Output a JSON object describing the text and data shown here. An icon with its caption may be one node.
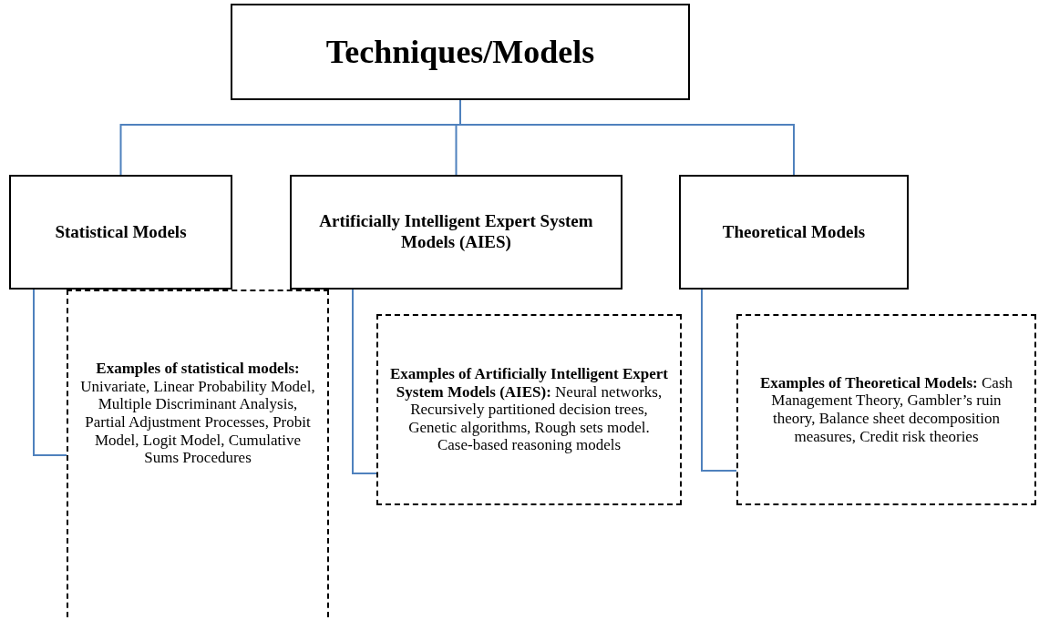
{
  "diagram": {
    "nodes": [
      {
        "text": [
          "Techniques/Models"
        ]
      },
      {
        "text": [
          "Statistical Models"
        ]
      },
      {
        "text": [
          "Artificially Intelligent Expert System Models (AIES)"
        ]
      },
      {
        "text": [
          "Theoretical Models"
        ]
      },
      {
        "text": [
          "**Examples of statistical models:** Univariate, Linear Probability Model, Multiple Discriminant Analysis, Partial Adjustment Processes, Probit Model, Logit Model, Cumulative Sums Procedures"
        ]
      },
      {
        "text": [
          "**Examples of Artificially Intelligent Expert System Models (AIES):** Neural networks, Recursively partitioned decision trees, Genetic algorithms, Rough sets model. Case-based reasoning models"
        ]
      },
      {
        "text": [
          "**Examples of Theoretical Models:** Cash Management Theory, Gambler’s ruin theory, Balance sheet decomposition measures, Credit risk theories"
        ]
      }
    ],
    "edges": [
      {
        "from": 0,
        "to": 1,
        "arrow": "none"
      },
      {
        "from": 0,
        "to": 2,
        "arrow": "none"
      },
      {
        "from": 0,
        "to": 3,
        "arrow": "none"
      },
      {
        "from": 1,
        "to": 4,
        "arrow": "none"
      },
      {
        "from": 2,
        "to": 5,
        "arrow": "none"
      },
      {
        "from": 3,
        "to": 6,
        "arrow": "none"
      }
    ]
  }
}
